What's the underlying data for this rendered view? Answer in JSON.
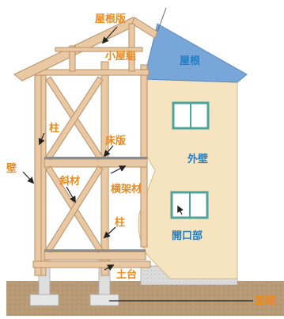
{
  "labels": {
    "roof_board": "屋根版",
    "roof_truss": "小屋組",
    "roof": "屋根",
    "column_upper": "柱",
    "floor_board": "床版",
    "exterior_wall": "外壁",
    "wall": "壁",
    "brace": "斜材",
    "horizontal_member": "横架材",
    "column_lower": "柱",
    "opening": "開口部",
    "sill": "土台",
    "foundation": "基礎"
  },
  "colors": {
    "label_orange": "#ec8a1c",
    "label_blue": "#1f7fc4",
    "timber": "#e9c9a4",
    "timber_edge": "#b98f66",
    "roof_blue": "#7aa8d8",
    "wall_cream": "#f6e2bf",
    "ground": "#b79a74",
    "window_frame": "#4fa39a"
  }
}
